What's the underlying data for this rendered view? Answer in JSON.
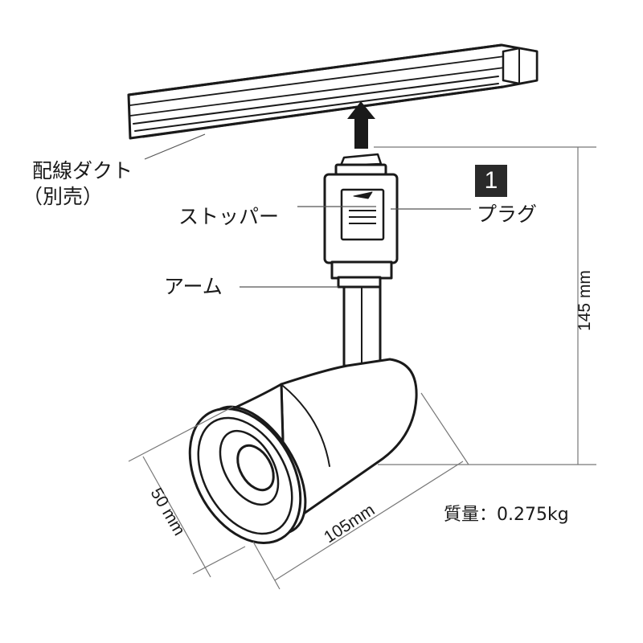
{
  "labels": {
    "duct": "配線ダクト",
    "duct_note": "（別売）",
    "stopper": "ストッパー",
    "plug": "プラグ",
    "plug_number": "1",
    "arm": "アーム",
    "weight": "質量：0.275kg"
  },
  "dimensions": {
    "height": "145 mm",
    "diameter": "50 mm",
    "length": "105mm"
  }
}
